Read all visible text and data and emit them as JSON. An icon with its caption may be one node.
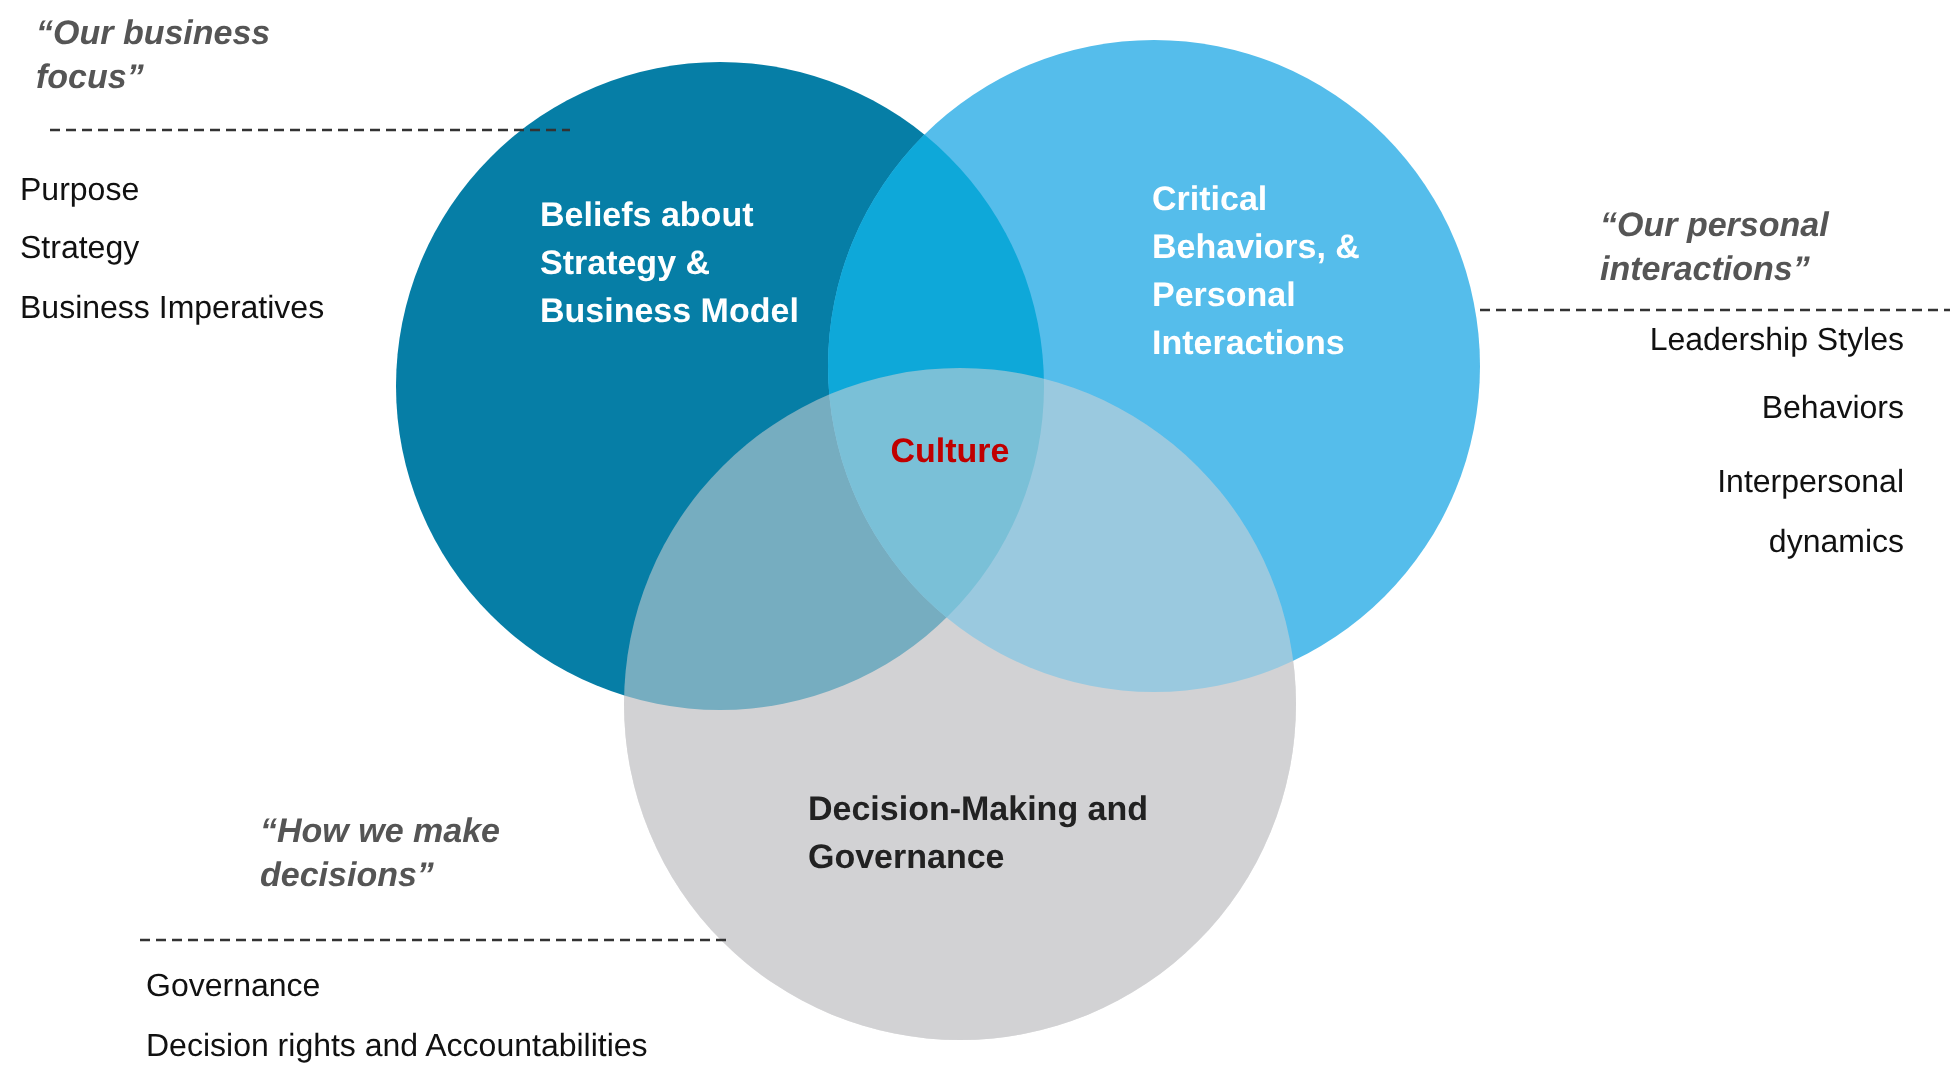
{
  "diagram": {
    "nodes": [
      {
        "text": [
          "Beliefs about Strategy & Business Model"
        ]
      },
      {
        "text": [
          "Critical Behaviors, & Personal Interactions"
        ]
      },
      {
        "text": [
          "Decision-Making and Governance"
        ]
      },
      {
        "text": [
          "Culture"
        ]
      }
    ],
    "labels": [
      "“Our business focus”",
      "Purpose",
      "Strategy",
      "Business Imperatives",
      "“Our personal interactions”",
      "Leadership Styles",
      "Behaviors",
      "Interpersonal dynamics",
      "“How we make decisions”",
      "Governance",
      "Decision rights and Accountabilities"
    ]
  }
}
